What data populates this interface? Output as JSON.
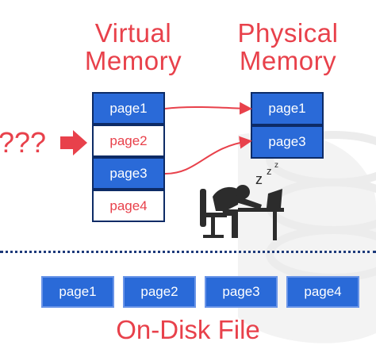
{
  "virtual_memory": {
    "title_line1": "Virtual",
    "title_line2": "Memory",
    "pages": [
      "page1",
      "page2",
      "page3",
      "page4"
    ]
  },
  "physical_memory": {
    "title_line1": "Physical",
    "title_line2": "Memory",
    "pages": [
      "page1",
      "page3"
    ]
  },
  "request_label": "???",
  "sleep_label": "z",
  "disk": {
    "title": "On-Disk File",
    "pages": [
      "page1",
      "page2",
      "page3",
      "page4"
    ]
  },
  "colors": {
    "accent_red": "#e8414b",
    "page_blue": "#2a6ad8",
    "border_navy": "#0d2b66"
  }
}
